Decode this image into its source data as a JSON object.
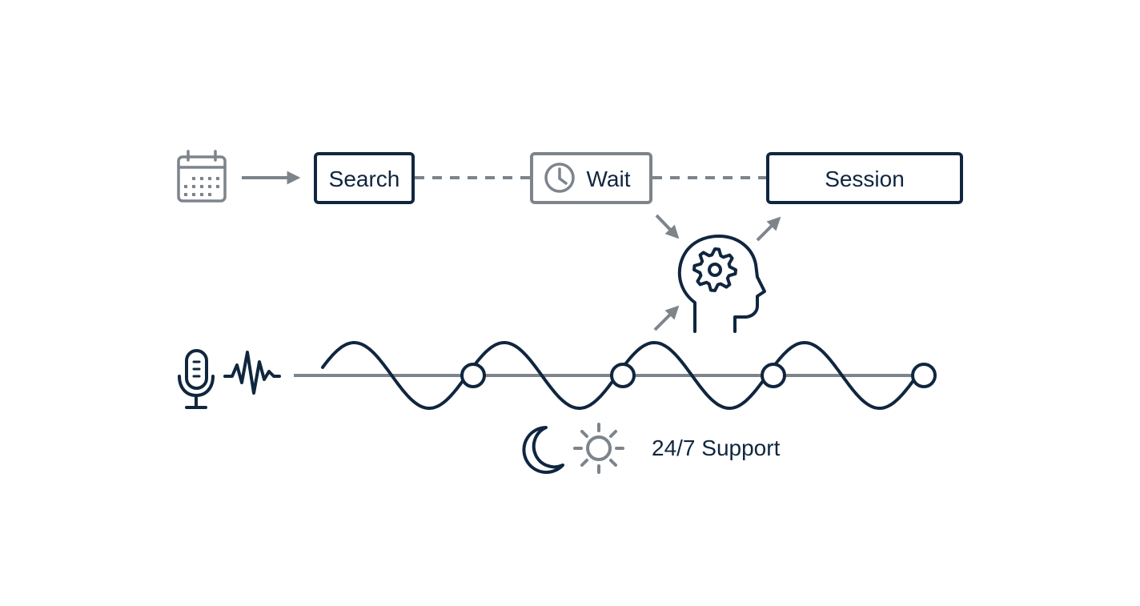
{
  "colors": {
    "dark": "#10263f",
    "gray": "#7d848b",
    "white": "#ffffff"
  },
  "steps": [
    {
      "label": "Search",
      "style": "dark"
    },
    {
      "label": "Wait",
      "style": "gray",
      "icon": "clock-icon"
    },
    {
      "label": "Session",
      "style": "dark"
    }
  ],
  "icons": {
    "calendar": "calendar-icon",
    "microphone": "microphone-icon",
    "waveform": "waveform-icon",
    "head": "head-gear-icon",
    "moon": "moon-icon",
    "sun": "sun-icon"
  },
  "support": {
    "label": "24/7 Support"
  }
}
